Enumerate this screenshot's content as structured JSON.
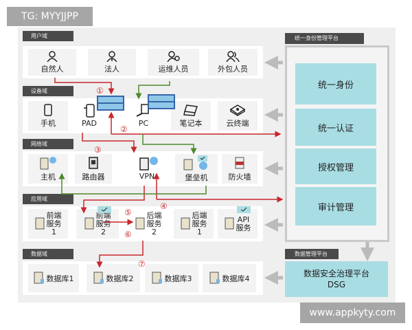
{
  "watermark_top": "TG: MYYJJPP",
  "watermark_bottom": "www.appkyty.com",
  "domains": {
    "user": {
      "label": "用户域",
      "items": [
        "自然人",
        "法人",
        "运维人员",
        "外包人员"
      ]
    },
    "device": {
      "label": "设备域",
      "items": [
        "手机",
        "PAD",
        "PC",
        "笔记本",
        "云终端"
      ]
    },
    "network": {
      "label": "网络域",
      "items": [
        "主机",
        "路由器",
        "VPN",
        "堡垒机",
        "防火墙"
      ]
    },
    "app": {
      "label": "应用域",
      "items": [
        [
          "前端",
          "服务",
          "1"
        ],
        [
          "前端",
          "服务",
          "2"
        ],
        [
          "后端",
          "服务",
          "2"
        ],
        [
          "后端",
          "服务",
          "1"
        ],
        [
          "API",
          "服务"
        ]
      ]
    },
    "data": {
      "label": "数据域",
      "items": [
        "数据库1",
        "数据库2",
        "数据库3",
        "数据库4"
      ]
    }
  },
  "identity_platform": {
    "label": "统一身份管理平台",
    "modules": [
      "统一身份",
      "统一认证",
      "授权管理",
      "审计管理"
    ]
  },
  "data_platform": {
    "label": "数据管理平台",
    "line1": "数据安全治理平台",
    "line2": "DSG"
  },
  "steps": [
    "①",
    "②",
    "③",
    "④",
    "⑤",
    "⑥",
    "⑦"
  ],
  "colors": {
    "flow_red": "#c9262b",
    "flow_green": "#4e8a2e",
    "platform": "#a9dde4",
    "label_bg": "#4a4a4a"
  }
}
